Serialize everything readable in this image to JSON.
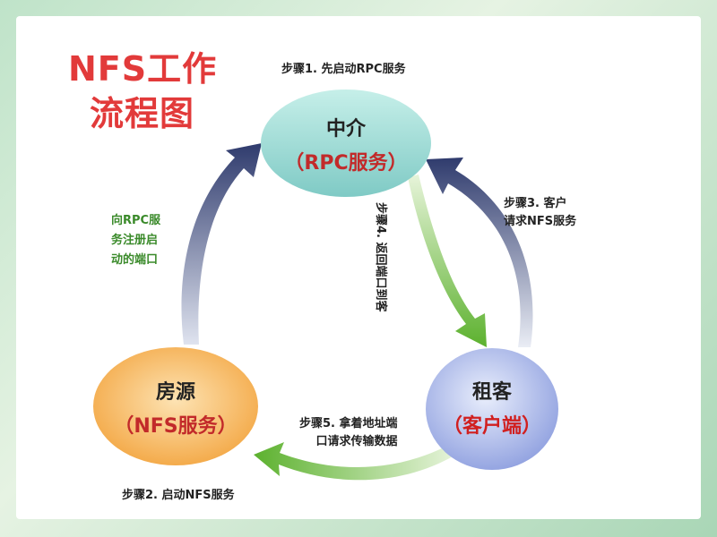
{
  "title": {
    "line1": "NFS工作",
    "line2": "流程图"
  },
  "nodes": {
    "rpc": {
      "title": "中介",
      "sub": "（RPC服务）",
      "color": "#9bdad6",
      "sub_color": "#c22a2a"
    },
    "nfs": {
      "title": "房源",
      "sub": "（NFS服务）",
      "color": "#f6b257",
      "sub_color": "#c22a2a"
    },
    "client": {
      "title": "租客",
      "sub": "（客户端）",
      "color": "#9eaee6",
      "sub_color": "#d11f1f"
    }
  },
  "steps": {
    "step1": "步骤1. 先启动RPC服务",
    "step2": "步骤2. 启动NFS服务",
    "step3_line1": "步骤3. 客户",
    "step3_line2": "请求NFS服务",
    "step4": "步骤4. 返回端口到客",
    "step5_line1": "步骤5. 拿着地址端",
    "step5_line2": "口请求传输数据",
    "register_line1": "向RPC服",
    "register_line2": "务注册启",
    "register_line3": "动的端口"
  },
  "colors": {
    "arrow_dark": "#3c4a7e",
    "arrow_green": "#6dbb3b",
    "title_red": "#e23a3a"
  }
}
